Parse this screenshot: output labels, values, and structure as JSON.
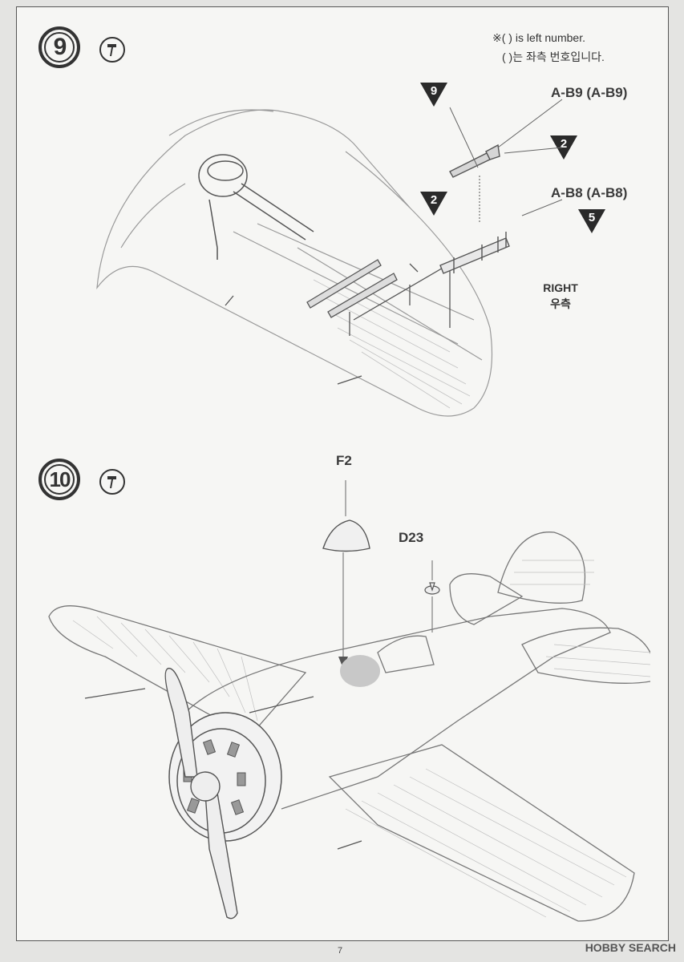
{
  "steps": [
    {
      "number": "9"
    },
    {
      "number": "10"
    }
  ],
  "notes": {
    "left_number_en": "※( ) is left number.",
    "left_number_ko": "( )는 좌측 번호입니다."
  },
  "step9": {
    "part_a": "A-B9 (A-B9)",
    "part_b": "A-B8 (A-B8)",
    "callouts": [
      "9",
      "2",
      "2",
      "5"
    ],
    "side_en": "RIGHT",
    "side_ko": "우측"
  },
  "step10": {
    "part_canopy": "F2",
    "part_mast": "D23"
  },
  "footer": {
    "page_number": "7",
    "watermark": "HOBBY SEARCH"
  },
  "colors": {
    "line": "#4a4a4a",
    "paper": "#f6f6f4",
    "accent": "#9a9a9a"
  }
}
